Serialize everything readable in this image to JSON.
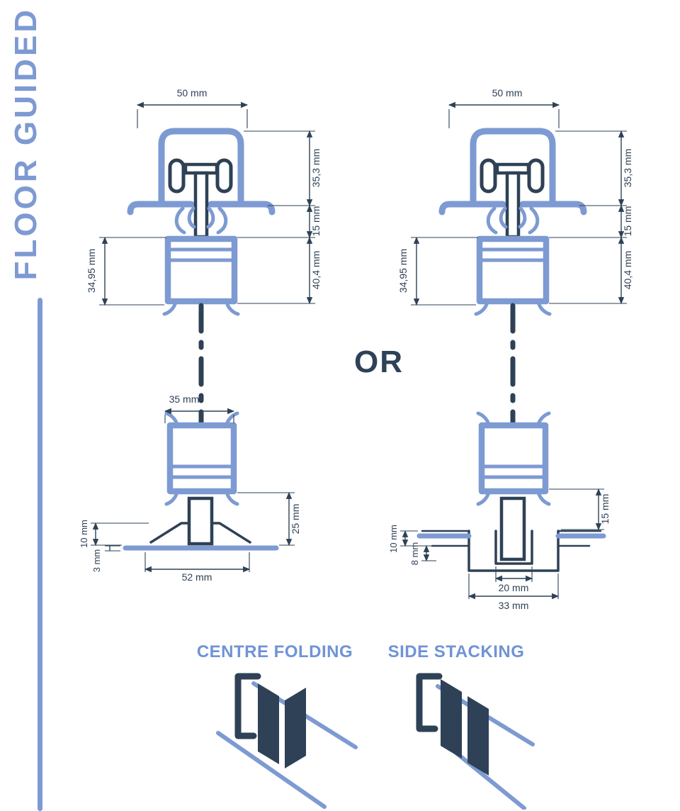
{
  "sidebar": {
    "title": "FLOOR GUIDED"
  },
  "or_label": "OR",
  "diagram_left": {
    "dims": {
      "track_width": "50 mm",
      "track_height": "35,3 mm",
      "clearance": "15 mm",
      "top_rail_height": "40,4 mm",
      "top_rail_height_alt": "34,95 mm",
      "bottom_rail_width": "35 mm",
      "guide_height": "25 mm",
      "ramp_height": "10 mm",
      "floor_thickness": "3 mm",
      "guide_base_width": "52 mm"
    }
  },
  "diagram_right": {
    "dims": {
      "track_width": "50 mm",
      "track_height": "35,3 mm",
      "clearance": "15 mm",
      "top_rail_height": "40,4 mm",
      "top_rail_height_alt": "34,95 mm",
      "bottom_clearance": "15 mm",
      "floor_thickness": "10 mm",
      "recess_depth": "8 mm",
      "channel_width": "20 mm",
      "recess_width": "33 mm"
    }
  },
  "footer": {
    "options": [
      {
        "label": "CENTRE FOLDING"
      },
      {
        "label": "SIDE STACKING"
      }
    ]
  },
  "colors": {
    "accent": "#7d9ad2",
    "navy": "#2e4156"
  }
}
